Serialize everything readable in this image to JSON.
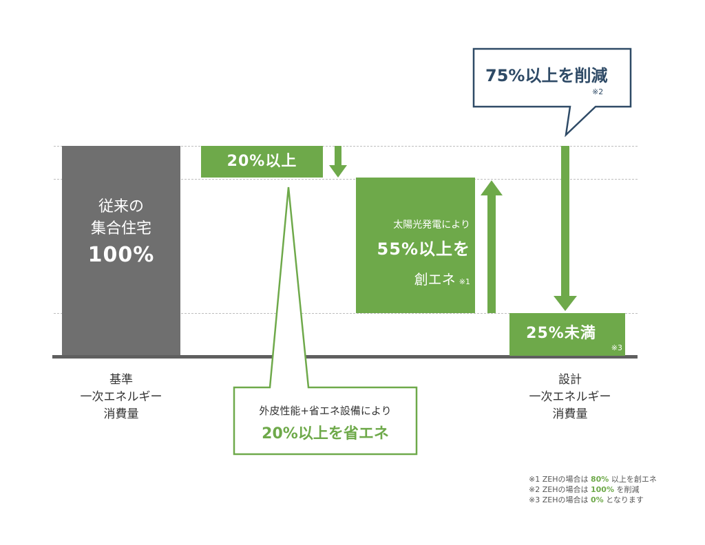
{
  "baseline_bar": {
    "line1": "従来の",
    "line2": "集合住宅",
    "value": "100%"
  },
  "reduction_box": {
    "text": "20%以上"
  },
  "generation_box": {
    "line1": "太陽光発電により",
    "value": "55%以上を",
    "line3": "創エネ",
    "note_mark": "※1"
  },
  "result_box": {
    "text": "25%未満",
    "note_mark": "※3"
  },
  "callout_top": {
    "text": "75%以上を削減",
    "note_mark": "※2"
  },
  "callout_bottom": {
    "line1": "外皮性能+省エネ設備により",
    "line2": "20%以上を省エネ"
  },
  "axis_labels": {
    "left": {
      "line1": "基準",
      "line2": "一次エネルギー",
      "line3": "消費量"
    },
    "right": {
      "line1": "設計",
      "line2": "一次エネルギー",
      "line3": "消費量"
    }
  },
  "notes": [
    {
      "mark": "※1",
      "prefix": "ZEHの場合は",
      "value": "80%",
      "suffix": "以上を創エネ"
    },
    {
      "mark": "※2",
      "prefix": "ZEHの場合は",
      "value": "100%",
      "suffix": "を削減"
    },
    {
      "mark": "※3",
      "prefix": "ZEHの場合は",
      "value": "0%",
      "suffix": "となります"
    }
  ],
  "colors": {
    "green": "#6ea94a",
    "gray_bar": "#6f6f6f",
    "baseline": "#5f5f5f",
    "navy": "#2e4a66"
  }
}
